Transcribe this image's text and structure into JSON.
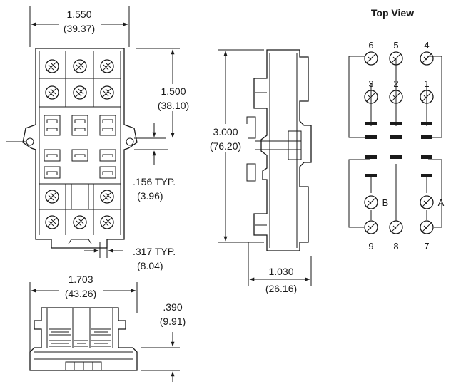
{
  "diagram": {
    "colors": {
      "line": "#1a1a1a",
      "background": "#ffffff"
    },
    "front_view": {
      "width_in": "1.550",
      "width_mm": "(39.37)",
      "height_upper_in": "1.500",
      "height_upper_mm": "(38.10)",
      "hole_in": ".156 TYP.",
      "hole_mm": "(3.96)",
      "bottom_in": ".317 TYP.",
      "bottom_mm": "(8.04)"
    },
    "side_view": {
      "height_in": "3.000",
      "height_mm": "(76.20)",
      "depth_in": "1.030",
      "depth_mm": "(26.16)"
    },
    "bottom_view": {
      "width_in": "1.703",
      "width_mm": "(43.26)",
      "height_in": ".390",
      "height_mm": "(9.91)"
    },
    "top_view": {
      "title": "Top View",
      "pins": [
        "6",
        "5",
        "4",
        "3",
        "2",
        "1",
        "B",
        "A",
        "9",
        "8",
        "7"
      ]
    }
  }
}
